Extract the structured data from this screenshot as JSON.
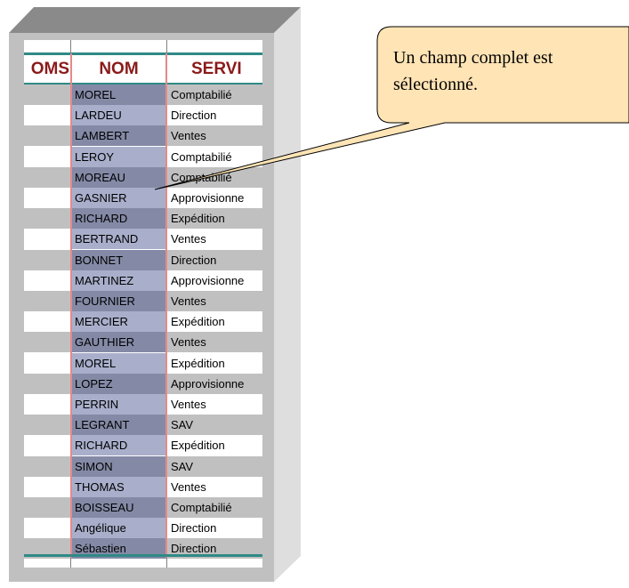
{
  "sheet": {
    "headers": {
      "prenoms": "OMS",
      "nom": "NOM",
      "service": "SERVI"
    },
    "rows": [
      {
        "nom": "MOREL",
        "service": "Comptabilié"
      },
      {
        "nom": "LARDEU",
        "service": "Direction"
      },
      {
        "nom": "LAMBERT",
        "service": "Ventes"
      },
      {
        "nom": "LEROY",
        "service": "Comptabilié"
      },
      {
        "nom": "MOREAU",
        "service": "Comptabilié"
      },
      {
        "nom": "GASNIER",
        "service": "Approvisionne"
      },
      {
        "nom": "RICHARD",
        "service": "Expédition"
      },
      {
        "nom": "BERTRAND",
        "service": "Ventes"
      },
      {
        "nom": "BONNET",
        "service": "Direction"
      },
      {
        "nom": "MARTINEZ",
        "service": "Approvisionne"
      },
      {
        "nom": "FOURNIER",
        "service": "Ventes"
      },
      {
        "nom": "MERCIER",
        "service": "Expédition"
      },
      {
        "nom": "GAUTHIER",
        "service": "Ventes"
      },
      {
        "nom": "MOREL",
        "service": "Expédition"
      },
      {
        "nom": "LOPEZ",
        "service": "Approvisionne"
      },
      {
        "nom": "PERRIN",
        "service": "Ventes"
      },
      {
        "nom": "LEGRANT",
        "service": "SAV"
      },
      {
        "nom": "RICHARD",
        "service": "Expédition"
      },
      {
        "nom": "SIMON",
        "service": "SAV"
      },
      {
        "nom": "THOMAS",
        "service": "Ventes"
      },
      {
        "nom": "BOISSEAU",
        "service": "Comptabilié"
      },
      {
        "nom": "Angélique",
        "service": "Direction"
      },
      {
        "nom": "Sébastien",
        "service": "Direction"
      }
    ]
  },
  "callout": {
    "line1": "Un champ complet est",
    "line2": "sélectionné."
  },
  "colors": {
    "header_text": "#8b1a1a",
    "selected_dark": "#848aa6",
    "selected_light": "#a9afcb",
    "row_grey": "#c0c0c0",
    "callout_fill": "#ffe4b5",
    "teal": "#2f8a86"
  }
}
